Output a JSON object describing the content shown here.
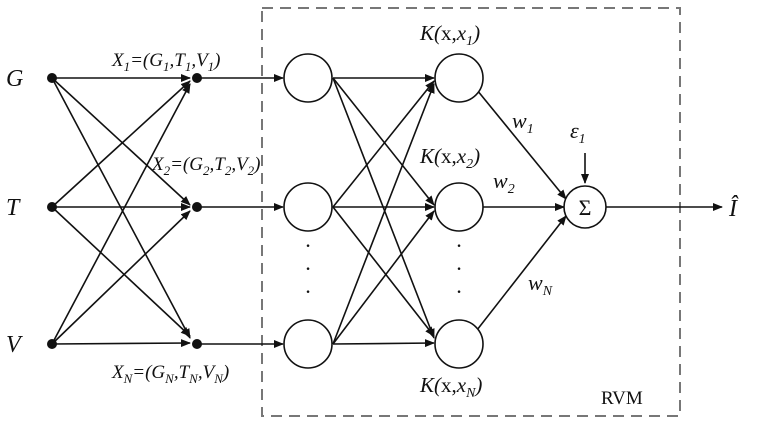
{
  "inputs": {
    "g": "G",
    "t": "T",
    "v": "V"
  },
  "features": {
    "x1": {
      "main": "X",
      "sub": "1",
      "rest": "=(G",
      "g_sub": "1",
      "t": ",T",
      "t_sub": "1",
      "v": ",V",
      "v_sub": "1",
      "close": ")"
    },
    "x2": {
      "main": "X",
      "sub": "2",
      "rest": "=(G",
      "g_sub": "2",
      "t": ",T",
      "t_sub": "2",
      "v": ",V",
      "v_sub": "2",
      "close": ")"
    },
    "xn": {
      "main": "X",
      "sub": "N",
      "rest": "=(G",
      "g_sub": "N",
      "t": ",T",
      "t_sub": "N",
      "v": ",V",
      "v_sub": "N",
      "close": ")"
    }
  },
  "kernels": {
    "k1": {
      "fn": "K(",
      "x": "x,",
      "xi": "x",
      "sub": "1",
      "close": ")"
    },
    "k2": {
      "fn": "K(",
      "x": "x,",
      "xi": "x",
      "sub": "2",
      "close": ")"
    },
    "kn": {
      "fn": "K(",
      "x": "x,",
      "xi": "x",
      "sub": "N",
      "close": ")"
    }
  },
  "weights": {
    "w1": {
      "w": "w",
      "sub": "1"
    },
    "w2": {
      "w": "w",
      "sub": "2"
    },
    "wn": {
      "w": "w",
      "sub": "N"
    }
  },
  "noise": {
    "eps": "ε",
    "sub": "1"
  },
  "sum_symbol": "Σ",
  "output": "Î",
  "ellipsis": "·",
  "box_label": "RVM"
}
